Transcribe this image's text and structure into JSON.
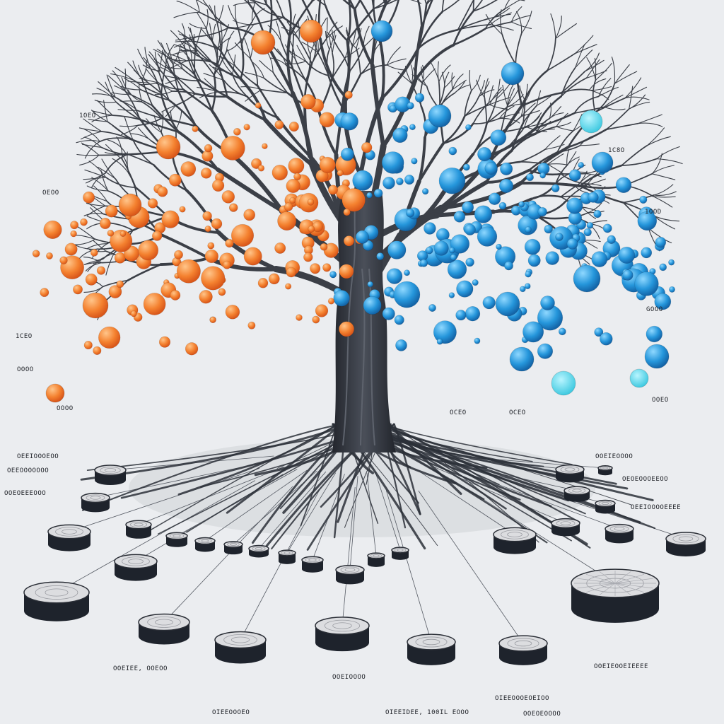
{
  "colors": {
    "background": "#ebedf0",
    "trunk": "#2f333b",
    "leaf_orange": "#f07a2a",
    "leaf_orange_light": "#ffb066",
    "leaf_blue": "#1e8fd6",
    "leaf_blue_light": "#63c4f2",
    "leaf_cyan": "#3fd3e6",
    "drum_side": "#1d222b",
    "drum_top": "#d9dadc"
  },
  "labels": {
    "left_1": "1OEO",
    "left_2": "1CEO",
    "left_3": "OOOO",
    "left_4": "OEOO",
    "left_5": "OOOO",
    "right_1": "1C8O",
    "right_2": "1OOD",
    "right_3": "GOOO",
    "right_4": "OOEO",
    "mid_1": "OCEO",
    "mid_2": "OCEO",
    "bottom_1": "OOEIEE, OOEOO",
    "bottom_2": "OIEEOOOEO",
    "bottom_3": "OOEIOOOO",
    "bottom_4": "OIEEIDEE, 100IL EOOO",
    "bottom_5": "OIEEOOOEOEIOO",
    "bottom_6": "OOEIEOOEIEEEE",
    "bottom_7": "OOEOEOOOO",
    "right_low_1": "OOEIEOOOO",
    "right_low_2": "OEOEOOOEEOO",
    "right_low_3": "OEEIOOOOEEEE",
    "left_low_1": "OEEIOOOEOO",
    "left_low_2": "OEEOOOOOOO",
    "left_low_3": "OOEOEEEOOO"
  }
}
